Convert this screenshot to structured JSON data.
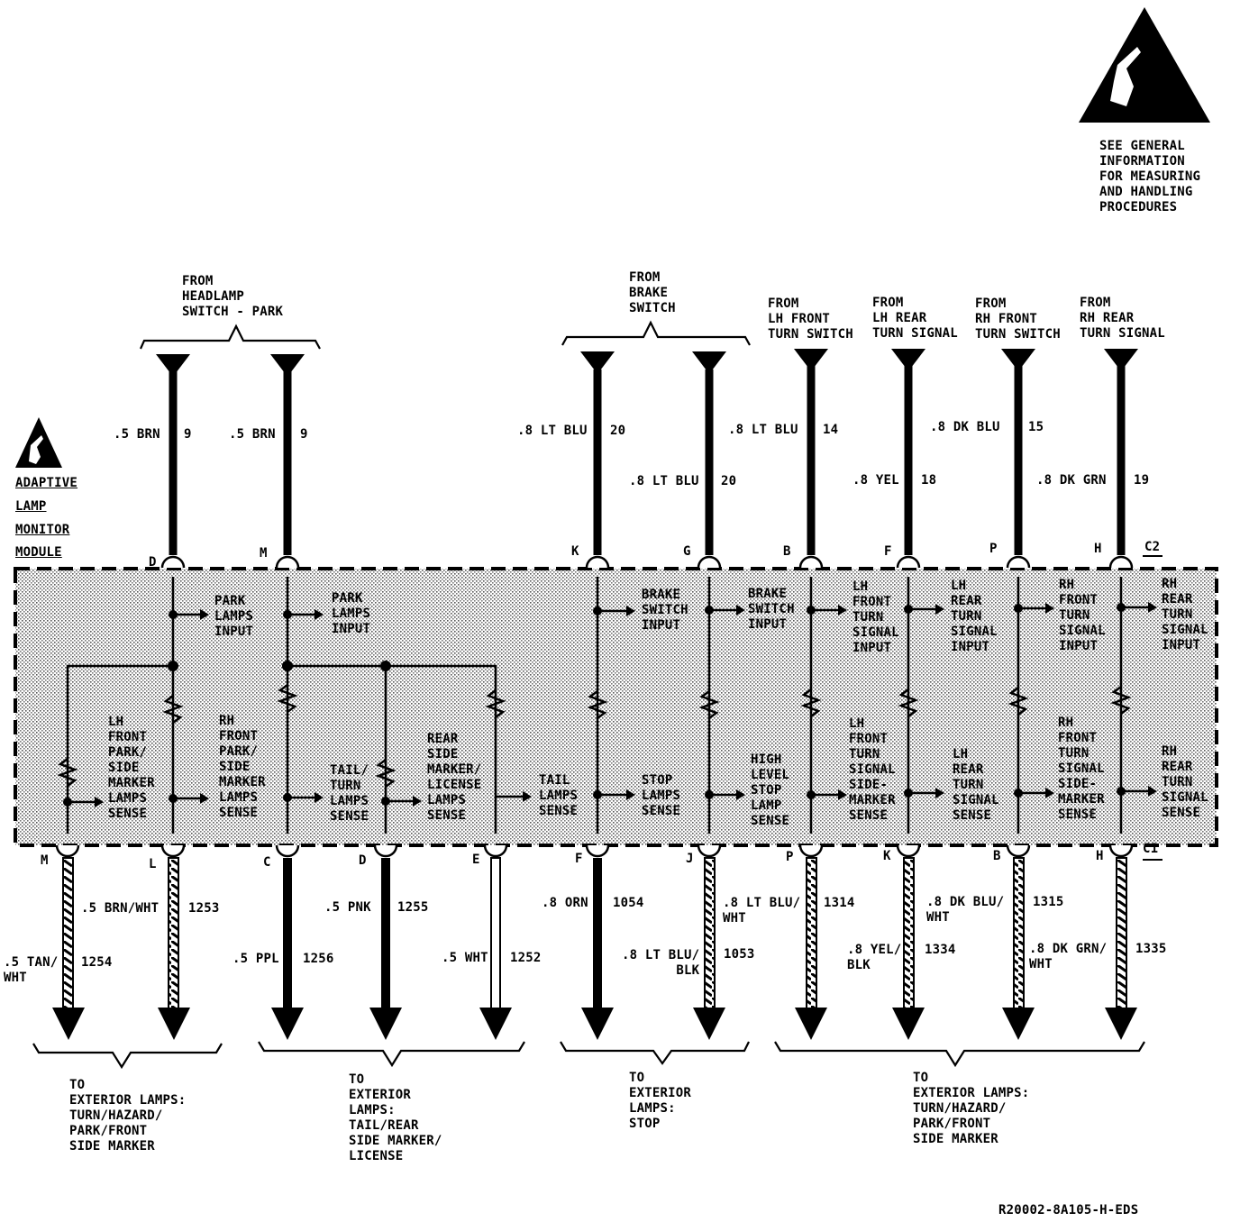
{
  "esd_note": {
    "icon": "esd-warning-icon",
    "text": "SEE GENERAL\nINFORMATION\nFOR MEASURING\nAND HANDLING\nPROCEDURES"
  },
  "module": {
    "icon": "esd-warning-icon",
    "name_lines": [
      "ADAPTIVE",
      "LAMP",
      "MONITOR",
      "MODULE"
    ],
    "connector_top": "C2",
    "connector_bottom": "C1"
  },
  "sources": {
    "headlamp": "FROM\nHEADLAMP\nSWITCH - PARK",
    "brake": "FROM\nBRAKE\nSWITCH",
    "lh_front": "FROM\nLH FRONT\nTURN SWITCH",
    "lh_rear": "FROM\nLH REAR\nTURN SIGNAL",
    "rh_front": "FROM\nRH FRONT\nTURN SWITCH",
    "rh_rear": "FROM\nRH REAR\nTURN SIGNAL"
  },
  "top_wires": [
    {
      "pin": "D",
      "color": ".5 BRN",
      "circuit": "9"
    },
    {
      "pin": "M",
      "color": ".5 BRN",
      "circuit": "9"
    },
    {
      "pin": "K",
      "color": ".8 LT BLU",
      "circuit": "20"
    },
    {
      "pin": "G",
      "color": ".8 LT BLU",
      "circuit": "20"
    },
    {
      "pin": "B",
      "color": ".8 LT BLU",
      "circuit": "14"
    },
    {
      "pin": "F",
      "color": ".8 YEL",
      "circuit": "18"
    },
    {
      "pin": "P",
      "color": ".8 DK BLU",
      "circuit": "15"
    },
    {
      "pin": "H",
      "color": ".8 DK GRN",
      "circuit": "19"
    }
  ],
  "inputs": [
    "PARK\nLAMPS\nINPUT",
    "PARK\nLAMPS\nINPUT",
    "BRAKE\nSWITCH\nINPUT",
    "BRAKE\nSWITCH\nINPUT",
    "LH\nFRONT\nTURN\nSIGNAL\nINPUT",
    "LH\nREAR\nTURN\nSIGNAL\nINPUT",
    "RH\nFRONT\nTURN\nSIGNAL\nINPUT",
    "RH\nREAR\nTURN\nSIGNAL\nINPUT"
  ],
  "senses": [
    "LH\nFRONT\nPARK/\nSIDE\nMARKER\nLAMPS\nSENSE",
    "RH\nFRONT\nPARK/\nSIDE\nMARKER\nLAMPS\nSENSE",
    "TAIL/\nTURN\nLAMPS\nSENSE",
    "REAR\nSIDE\nMARKER/\nLICENSE\nLAMPS\nSENSE",
    "TAIL\nLAMPS\nSENSE",
    "STOP\nLAMPS\nSENSE",
    "HIGH\nLEVEL\nSTOP\nLAMP\nSENSE",
    "LH\nFRONT\nTURN\nSIGNAL\nSIDE-\nMARKER\nSENSE",
    "LH\nREAR\nTURN\nSIGNAL\nSENSE",
    "RH\nFRONT\nTURN\nSIGNAL\nSIDE-\nMARKER\nSENSE",
    "RH\nREAR\nTURN\nSIGNAL\nSENSE"
  ],
  "bottom_wires": [
    {
      "pin": "M",
      "color": ".5 TAN/\nWHT",
      "circuit": "1254"
    },
    {
      "pin": "L",
      "color": ".5 BRN/WHT",
      "circuit": "1253"
    },
    {
      "pin": "C",
      "color": ".5 PPL",
      "circuit": "1256"
    },
    {
      "pin": "D",
      "color": ".5 PNK",
      "circuit": "1255"
    },
    {
      "pin": "E",
      "color": ".5 WHT",
      "circuit": "1252"
    },
    {
      "pin": "F",
      "color": ".8 ORN",
      "circuit": "1054"
    },
    {
      "pin": "J",
      "color": ".8 LT BLU/\nBLK",
      "circuit": "1053"
    },
    {
      "pin": "P",
      "color": ".8 LT BLU/\nWHT",
      "circuit": "1314"
    },
    {
      "pin": "K",
      "color": ".8 YEL/\nBLK",
      "circuit": "1334"
    },
    {
      "pin": "B",
      "color": ".8 DK BLU/\nWHT",
      "circuit": "1315"
    },
    {
      "pin": "H",
      "color": ".8 DK GRN/\nWHT",
      "circuit": "1335"
    }
  ],
  "destinations": {
    "front_left": "TO\nEXTERIOR LAMPS:\nTURN/HAZARD/\nPARK/FRONT\nSIDE MARKER",
    "tail": "TO\nEXTERIOR\nLAMPS:\nTAIL/REAR\nSIDE MARKER/\nLICENSE",
    "stop": "TO\nEXTERIOR\nLAMPS:\nSTOP",
    "turn_right": "TO\nEXTERIOR LAMPS:\nTURN/HAZARD/\nPARK/FRONT\nSIDE MARKER"
  },
  "figure_id": "R20002-8A105-H-EDS"
}
